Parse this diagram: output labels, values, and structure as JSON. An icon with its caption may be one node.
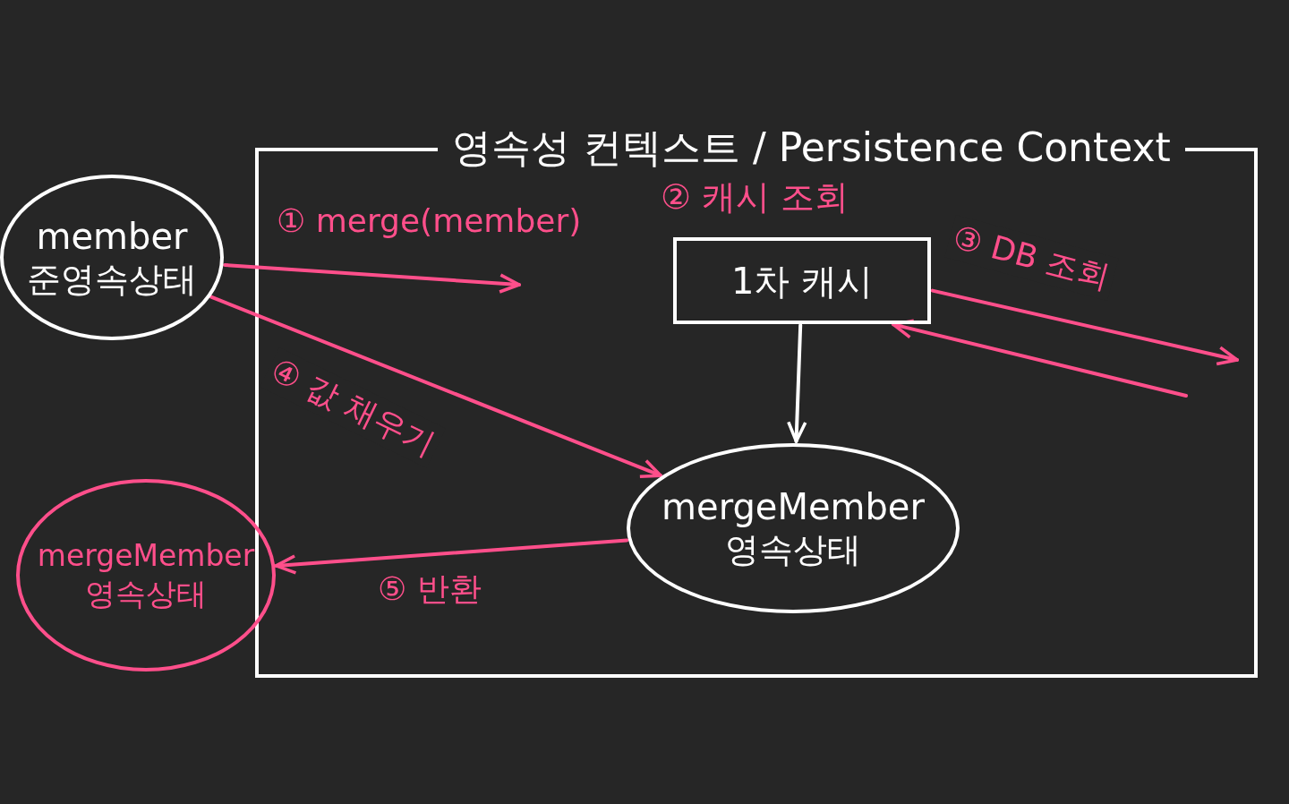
{
  "diagram": {
    "nodes": [
      {
        "text": [
          "영속성 컨텍스트 / Persistence Context"
        ]
      },
      {
        "text": [
          "member",
          "준영속상태"
        ]
      },
      {
        "text": [
          "1차 캐시"
        ],
        "in": 0,
        "beside": [
          "② 캐시 조회"
        ]
      },
      {
        "text": [
          "mergeMember",
          "영속상태"
        ],
        "in": 0
      },
      {
        "text": [
          "mergeMember",
          "영속상태"
        ]
      }
    ],
    "edges": [
      {
        "from": 1,
        "to": null,
        "arrow": "to",
        "label": "① merge(member)"
      },
      {
        "from": 1,
        "to": 3,
        "arrow": "to",
        "label": "④ 값 채우기"
      },
      {
        "from": 2,
        "to": 3,
        "arrow": "to",
        "color": "#ffffff"
      },
      {
        "from": 2,
        "to": null,
        "arrow": "to",
        "label": "③ DB 조회"
      },
      {
        "from": null,
        "to": 2,
        "arrow": "to"
      },
      {
        "from": 3,
        "to": 4,
        "arrow": "to",
        "label": "⑤ 반환"
      }
    ]
  }
}
